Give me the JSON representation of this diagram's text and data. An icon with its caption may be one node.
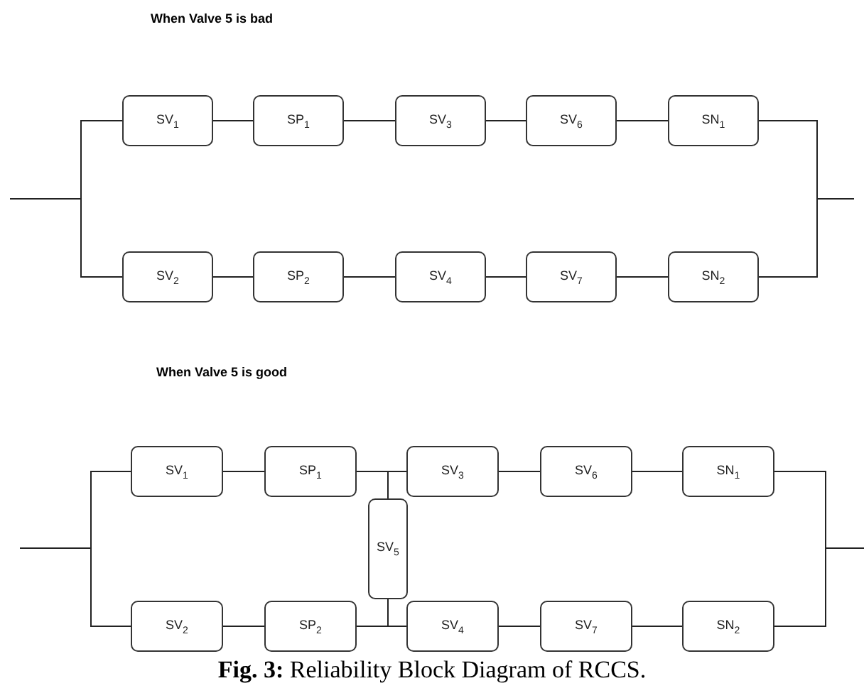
{
  "diagram": {
    "caption": "**Fig. 3:** Reliability Block Diagram of RCCS.",
    "nodes": [
      {
        "text": [
          "SV$_{1}$"
        ]
      },
      {
        "text": [
          "SP$_{1}$"
        ]
      },
      {
        "text": [
          "SV$_{3}$"
        ]
      },
      {
        "text": [
          "SV$_{6}$"
        ]
      },
      {
        "text": [
          "SN$_{1}$"
        ]
      },
      {
        "text": [
          "SV$_{2}$"
        ]
      },
      {
        "text": [
          "SP$_{2}$"
        ]
      },
      {
        "text": [
          "SV$_{4}$"
        ]
      },
      {
        "text": [
          "SV$_{7}$"
        ]
      },
      {
        "text": [
          "SN$_{2}$"
        ]
      },
      {
        "text": [
          "SV$_{1}$"
        ]
      },
      {
        "text": [
          "SP$_{1}$"
        ]
      },
      {
        "text": [
          "SV$_{3}$"
        ]
      },
      {
        "text": [
          "SV$_{6}$"
        ]
      },
      {
        "text": [
          "SN$_{1}$"
        ]
      },
      {
        "text": [
          "SV$_{5}$"
        ]
      },
      {
        "text": [
          "SV$_{2}$"
        ]
      },
      {
        "text": [
          "SP$_{2}$"
        ]
      },
      {
        "text": [
          "SV$_{4}$"
        ]
      },
      {
        "text": [
          "SV$_{7}$"
        ]
      },
      {
        "text": [
          "SN$_{2}$"
        ]
      }
    ],
    "edges": [
      {
        "from": null,
        "to": 0,
        "arrow": "none"
      },
      {
        "from": null,
        "to": 5,
        "arrow": "none"
      },
      {
        "from": 0,
        "to": 1,
        "arrow": "none"
      },
      {
        "from": 1,
        "to": 2,
        "arrow": "none"
      },
      {
        "from": 2,
        "to": 3,
        "arrow": "none"
      },
      {
        "from": 3,
        "to": 4,
        "arrow": "none"
      },
      {
        "from": 5,
        "to": 6,
        "arrow": "none"
      },
      {
        "from": 6,
        "to": 7,
        "arrow": "none"
      },
      {
        "from": 7,
        "to": 8,
        "arrow": "none"
      },
      {
        "from": 8,
        "to": 9,
        "arrow": "none"
      },
      {
        "from": 4,
        "to": null,
        "arrow": "none"
      },
      {
        "from": 9,
        "to": null,
        "arrow": "none"
      },
      {
        "from": null,
        "to": 10,
        "arrow": "none"
      },
      {
        "from": null,
        "to": 16,
        "arrow": "none"
      },
      {
        "from": 10,
        "to": 11,
        "arrow": "none"
      },
      {
        "from": 11,
        "to": 12,
        "arrow": "none"
      },
      {
        "from": 12,
        "to": 13,
        "arrow": "none"
      },
      {
        "from": 13,
        "to": 14,
        "arrow": "none"
      },
      {
        "from": 16,
        "to": 17,
        "arrow": "none"
      },
      {
        "from": 17,
        "to": 18,
        "arrow": "none"
      },
      {
        "from": 18,
        "to": 19,
        "arrow": "none"
      },
      {
        "from": 19,
        "to": 20,
        "arrow": "none"
      },
      {
        "from": 14,
        "to": null,
        "arrow": "none"
      },
      {
        "from": 20,
        "to": null,
        "arrow": "none"
      },
      {
        "from": 11,
        "to": 15,
        "arrow": "none"
      },
      {
        "from": 17,
        "to": 15,
        "arrow": "none"
      }
    ],
    "labels": [
      "When Valve 5 is bad",
      "When Valve 5 is good"
    ]
  }
}
